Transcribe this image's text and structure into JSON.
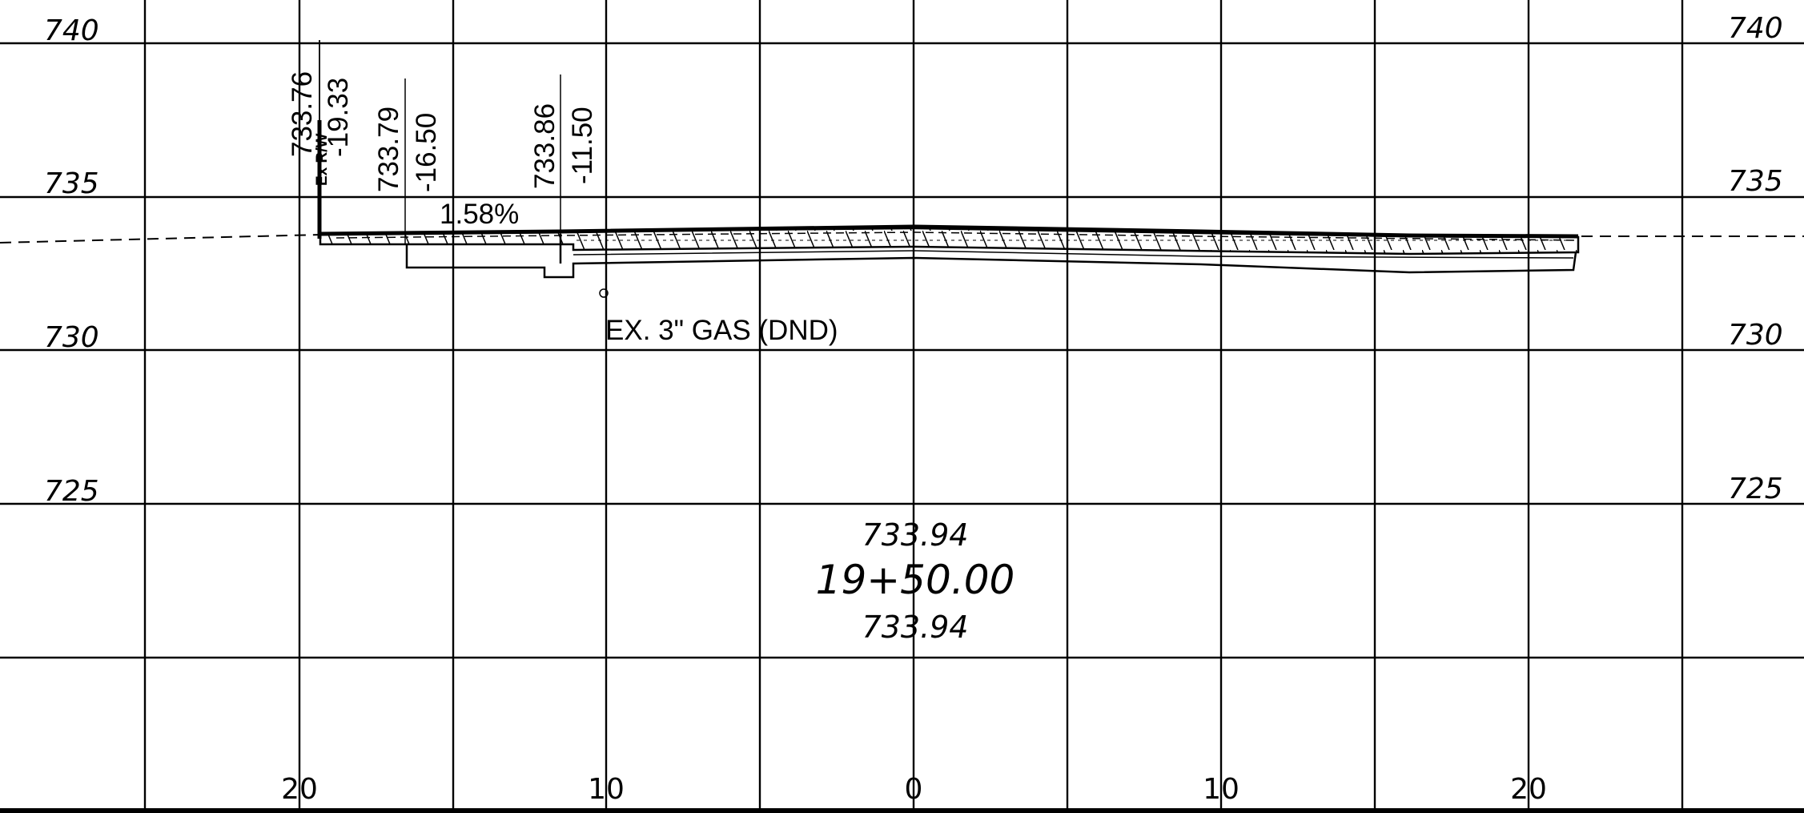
{
  "elevation_labels": [
    "740",
    "735",
    "730",
    "725"
  ],
  "offset_labels": [
    "20",
    "10",
    "0",
    "10",
    "20"
  ],
  "callouts": {
    "row": {
      "label": "Ex R/W",
      "elevation": "733.76",
      "offset": "-19.33"
    },
    "point_b": {
      "elevation": "733.79",
      "offset": "-16.50"
    },
    "point_c": {
      "elevation": "733.86",
      "offset": "-11.50"
    }
  },
  "slope_label": "1.58%",
  "utility_label": "EX. 3\" GAS (DND)",
  "station_block": {
    "top_elevation": "733.94",
    "station": "19+50.00",
    "bottom_elevation": "733.94"
  }
}
